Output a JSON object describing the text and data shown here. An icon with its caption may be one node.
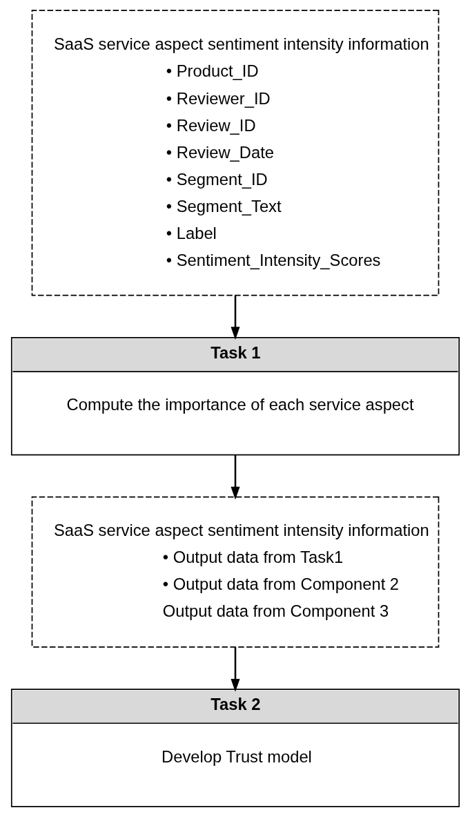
{
  "diagram": {
    "nodes": [
      {
        "text": [
          "SaaS service aspect sentiment intensity information",
          "• Product_ID",
          "• Reviewer_ID",
          "• Review_ID",
          "• Review_Date",
          "• Segment_ID",
          "• Segment_Text",
          "• Label",
          "• Sentiment_Intensity_Scores"
        ]
      },
      {
        "text": [
          "Task 1",
          "Compute the importance of each service aspect"
        ]
      },
      {
        "text": [
          "SaaS service aspect sentiment intensity information",
          "• Output data from Task1",
          "• Output data from Component 2",
          "Output data from Component 3"
        ]
      },
      {
        "text": [
          "Task 2",
          "Develop Trust model"
        ]
      }
    ],
    "edges": [
      {
        "from": 0,
        "to": 1,
        "arrow": "to"
      },
      {
        "from": 1,
        "to": 2,
        "arrow": "to"
      },
      {
        "from": 2,
        "to": 3,
        "arrow": "to"
      }
    ]
  }
}
